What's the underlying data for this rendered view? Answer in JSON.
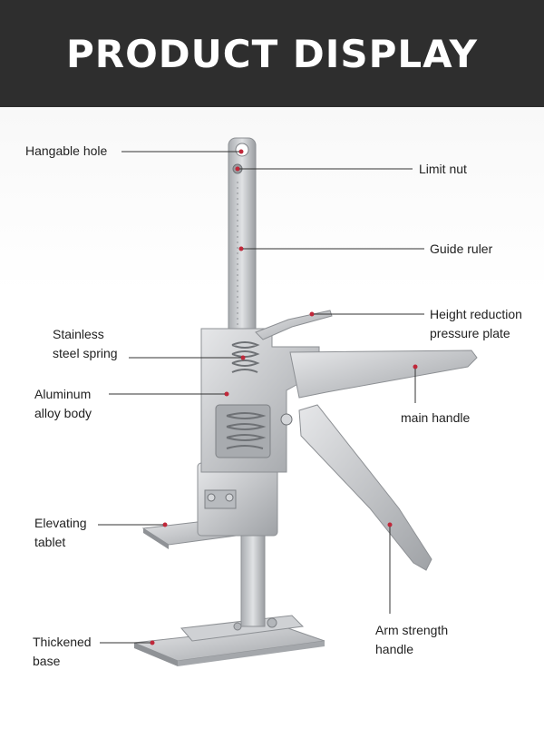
{
  "banner": {
    "title": "PRODUCT DISPLAY"
  },
  "labels": {
    "hangable_hole": "Hangable hole",
    "limit_nut": "Limit nut",
    "guide_ruler": "Guide ruler",
    "height_reduction": "Height reduction\npressure plate",
    "stainless_spring": "Stainless\nsteel spring",
    "aluminum_body": "Aluminum\nalloy body",
    "main_handle": "main handle",
    "elevating_tablet": "Elevating\ntablet",
    "arm_strength_handle": "Arm strength\nhandle",
    "thickened_base": "Thickened\nbase"
  },
  "colors": {
    "banner_bg": "#2e2e2e",
    "marker": "#c0283a",
    "metal": "#c7c9cc"
  }
}
